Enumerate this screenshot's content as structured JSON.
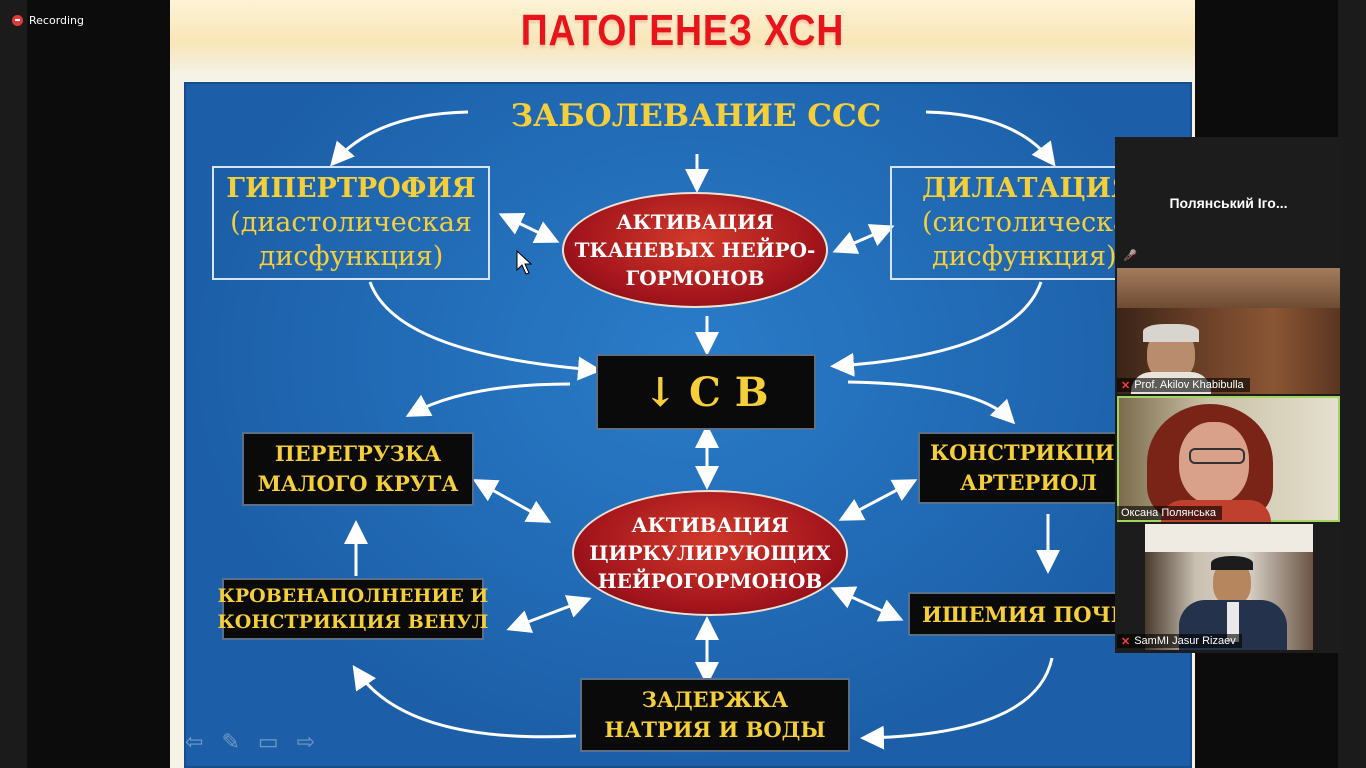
{
  "recording": {
    "label": "Recording"
  },
  "slide": {
    "title": "ПАТОГЕНЕЗ ХСН",
    "top": "ЗАБОЛЕВАНИЕ ССС",
    "left_box": [
      "ГИПЕРТРОФИЯ",
      "(диастолическая",
      "дисфункция)"
    ],
    "right_box": [
      "ДИЛАТАЦИЯ",
      "(систолическая",
      "дисфункция)"
    ],
    "center_top": [
      "АКТИВАЦИЯ",
      "ТКАНЕВЫХ НЕЙРО-",
      "ГОРМОНОВ"
    ],
    "center_box": "С В",
    "overload": [
      "ПЕРЕГРУЗКА",
      "МАЛОГО КРУГА"
    ],
    "constriction": [
      "КОНСТРИКЦИЯ",
      "АРТЕРИОЛ"
    ],
    "center_bottom": [
      "АКТИВАЦИЯ",
      "ЦИРКУЛИРУЮЩИХ",
      "НЕЙРОГОРМОНОВ"
    ],
    "filling": [
      "КРОВЕНАПОЛНЕНИЕ И",
      "КОНСТРИКЦИЯ ВЕНУЛ"
    ],
    "ischemia": "ИШЕМИЯ ПОЧЕК",
    "retention": [
      "ЗАДЕРЖКА",
      "НАТРИЯ И ВОДЫ"
    ]
  },
  "participants": [
    {
      "name": "Полянський Іго...",
      "muted": true
    },
    {
      "name": "Prof. Akilov Khabibulla",
      "muted": true
    },
    {
      "name": "Оксана Полянська",
      "muted": false,
      "active": true
    },
    {
      "name": "SamMI Jasur Rizaev",
      "muted": true
    }
  ],
  "colors": {
    "title_red": "#e8141c",
    "panel_blue": "#1f67b2",
    "label_yellow": "#f5cf3a",
    "ellipse_red": "#b0181f"
  }
}
